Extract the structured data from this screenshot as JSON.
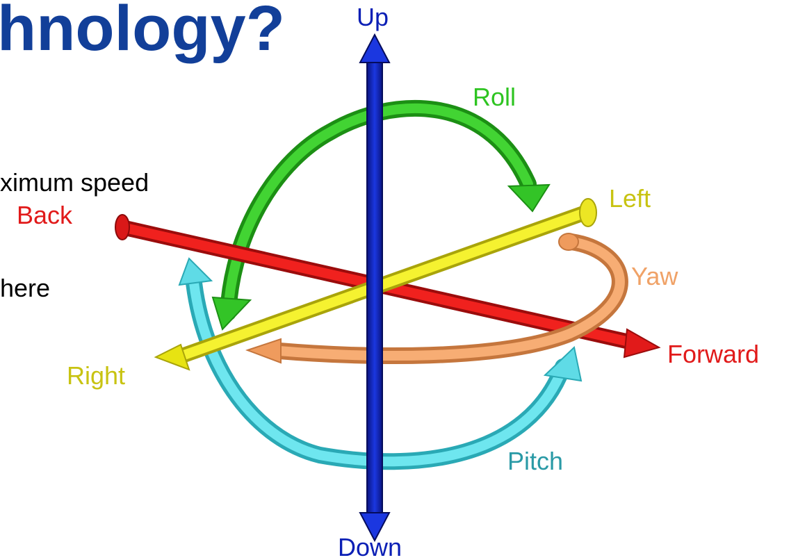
{
  "slide": {
    "title": "hnology?",
    "bullets": [
      "ximum speed",
      "here"
    ]
  },
  "diagram": {
    "labels": {
      "up": "Up",
      "down": "Down",
      "roll": "Roll",
      "left": "Left",
      "back": "Back",
      "yaw": "Yaw",
      "forward": "Forward",
      "right": "Right",
      "pitch": "Pitch"
    },
    "colors": {
      "vertical_axis": "#0b1fb5",
      "back_forward_axis": "#e11a1a",
      "left_right_axis": "#e7e312",
      "roll_arrow": "#2ec421",
      "yaw_arrow": "#f0a267",
      "pitch_arrow": "#4fd3df",
      "title": "#123f99"
    }
  }
}
